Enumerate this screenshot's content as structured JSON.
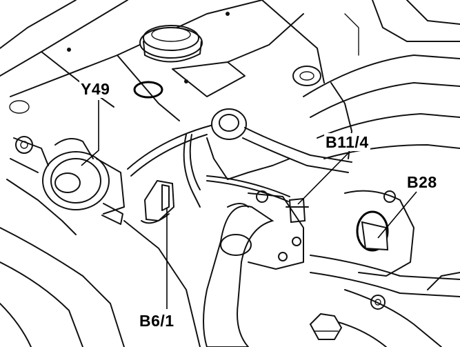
{
  "labels": {
    "y49": "Y49",
    "b6_1": "B6/1",
    "b11_4": "B11/4",
    "b28": "B28"
  }
}
